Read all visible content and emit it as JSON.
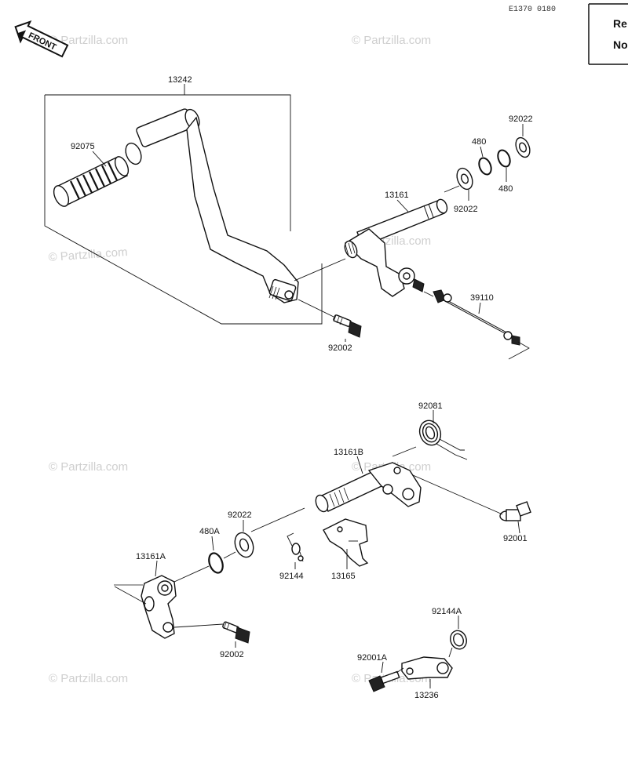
{
  "diagram_code": "E1370 0180",
  "corner_text": [
    "Re",
    "No"
  ],
  "front_label": "FRONT",
  "watermark": "© Partzilla.com",
  "parts": {
    "p13242": "13242",
    "p92075": "92075",
    "p13161": "13161",
    "p480_top": "480",
    "p92022_top": "92022",
    "p480_mid": "480",
    "p92022_mid": "92022",
    "p39110": "39110",
    "p92002_top": "92002",
    "p92081": "92081",
    "p13161B": "13161B",
    "p92001": "92001",
    "p92022_low": "92022",
    "p480A": "480A",
    "p92144": "92144",
    "p13165": "13165",
    "p13161A": "13161A",
    "p92002_low": "92002",
    "p92144A": "92144A",
    "p92001A": "92001A",
    "p13236": "13236"
  }
}
